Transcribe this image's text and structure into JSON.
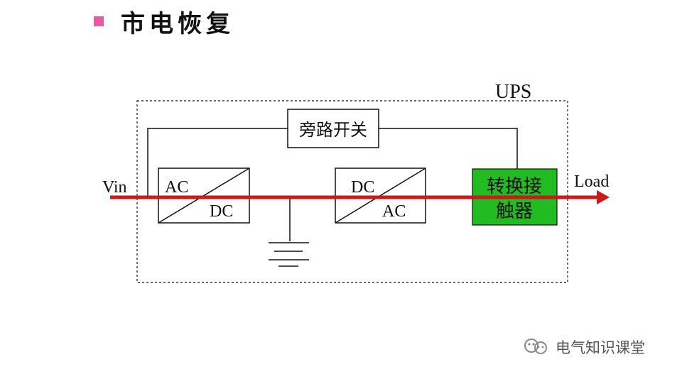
{
  "title": "市电恢复",
  "colors": {
    "bullet": "#e85a9b",
    "power_path": "#cc1a1a",
    "contactor_fill": "#22bb22",
    "line": "#111111"
  },
  "diagram": {
    "ups_label": "UPS",
    "bypass_switch": "旁路开关",
    "input_label": "Vin",
    "output_label": "Load",
    "rectifier": {
      "top_left": "AC",
      "bottom_right": "DC"
    },
    "inverter": {
      "top_left": "DC",
      "bottom_right": "AC"
    },
    "contactor": {
      "line1": "转换接",
      "line2": "触器"
    }
  },
  "watermark": {
    "icon": "wechat-icon",
    "text": "电气知识课堂"
  }
}
